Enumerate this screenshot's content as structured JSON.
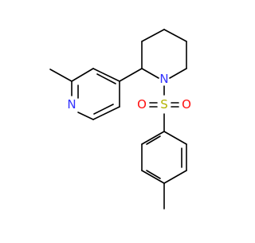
{
  "molecule": {
    "atom_labels": {
      "pyridine_nitrogen": "N",
      "piperidine_nitrogen": "N",
      "sulfur": "S",
      "oxygen_left": "O",
      "oxygen_right": "O"
    },
    "colors": {
      "bond": "#000000",
      "nitrogen": "#3333ff",
      "sulfur": "#b3b300",
      "oxygen": "#ff0d0d",
      "background": "#ffffff"
    }
  }
}
